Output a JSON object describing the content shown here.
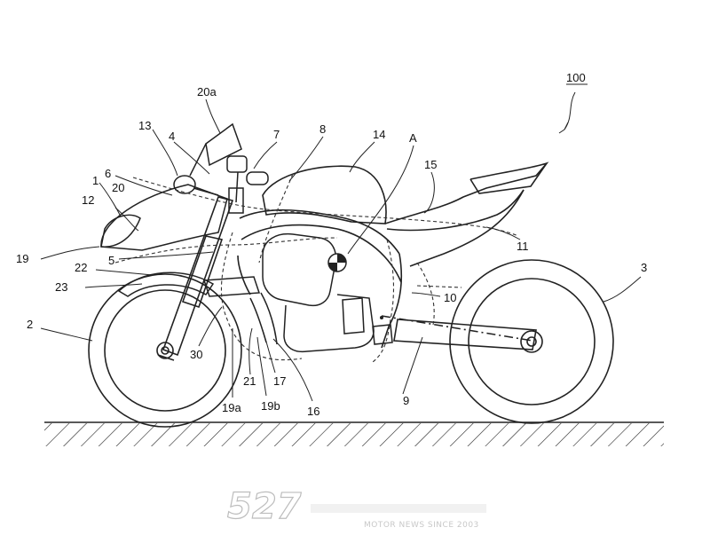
{
  "figure": {
    "reference_number": "100",
    "point_marker_label": "A",
    "labels": {
      "l_20a": "20a",
      "l_13": "13",
      "l_4": "4",
      "l_7": "7",
      "l_8": "8",
      "l_14": "14",
      "l_A": "A",
      "l_15": "15",
      "l_6": "6",
      "l_1": "1",
      "l_20": "20",
      "l_12": "12",
      "l_11": "11",
      "l_19": "19",
      "l_5": "5",
      "l_22": "22",
      "l_23": "23",
      "l_3": "3",
      "l_10": "10",
      "l_2": "2",
      "l_30": "30",
      "l_21": "21",
      "l_17": "17",
      "l_16": "16",
      "l_19a": "19a",
      "l_19b": "19b",
      "l_9": "9"
    }
  },
  "watermark": {
    "number": "527",
    "tagline": "MOTOR NEWS SINCE 2003"
  }
}
